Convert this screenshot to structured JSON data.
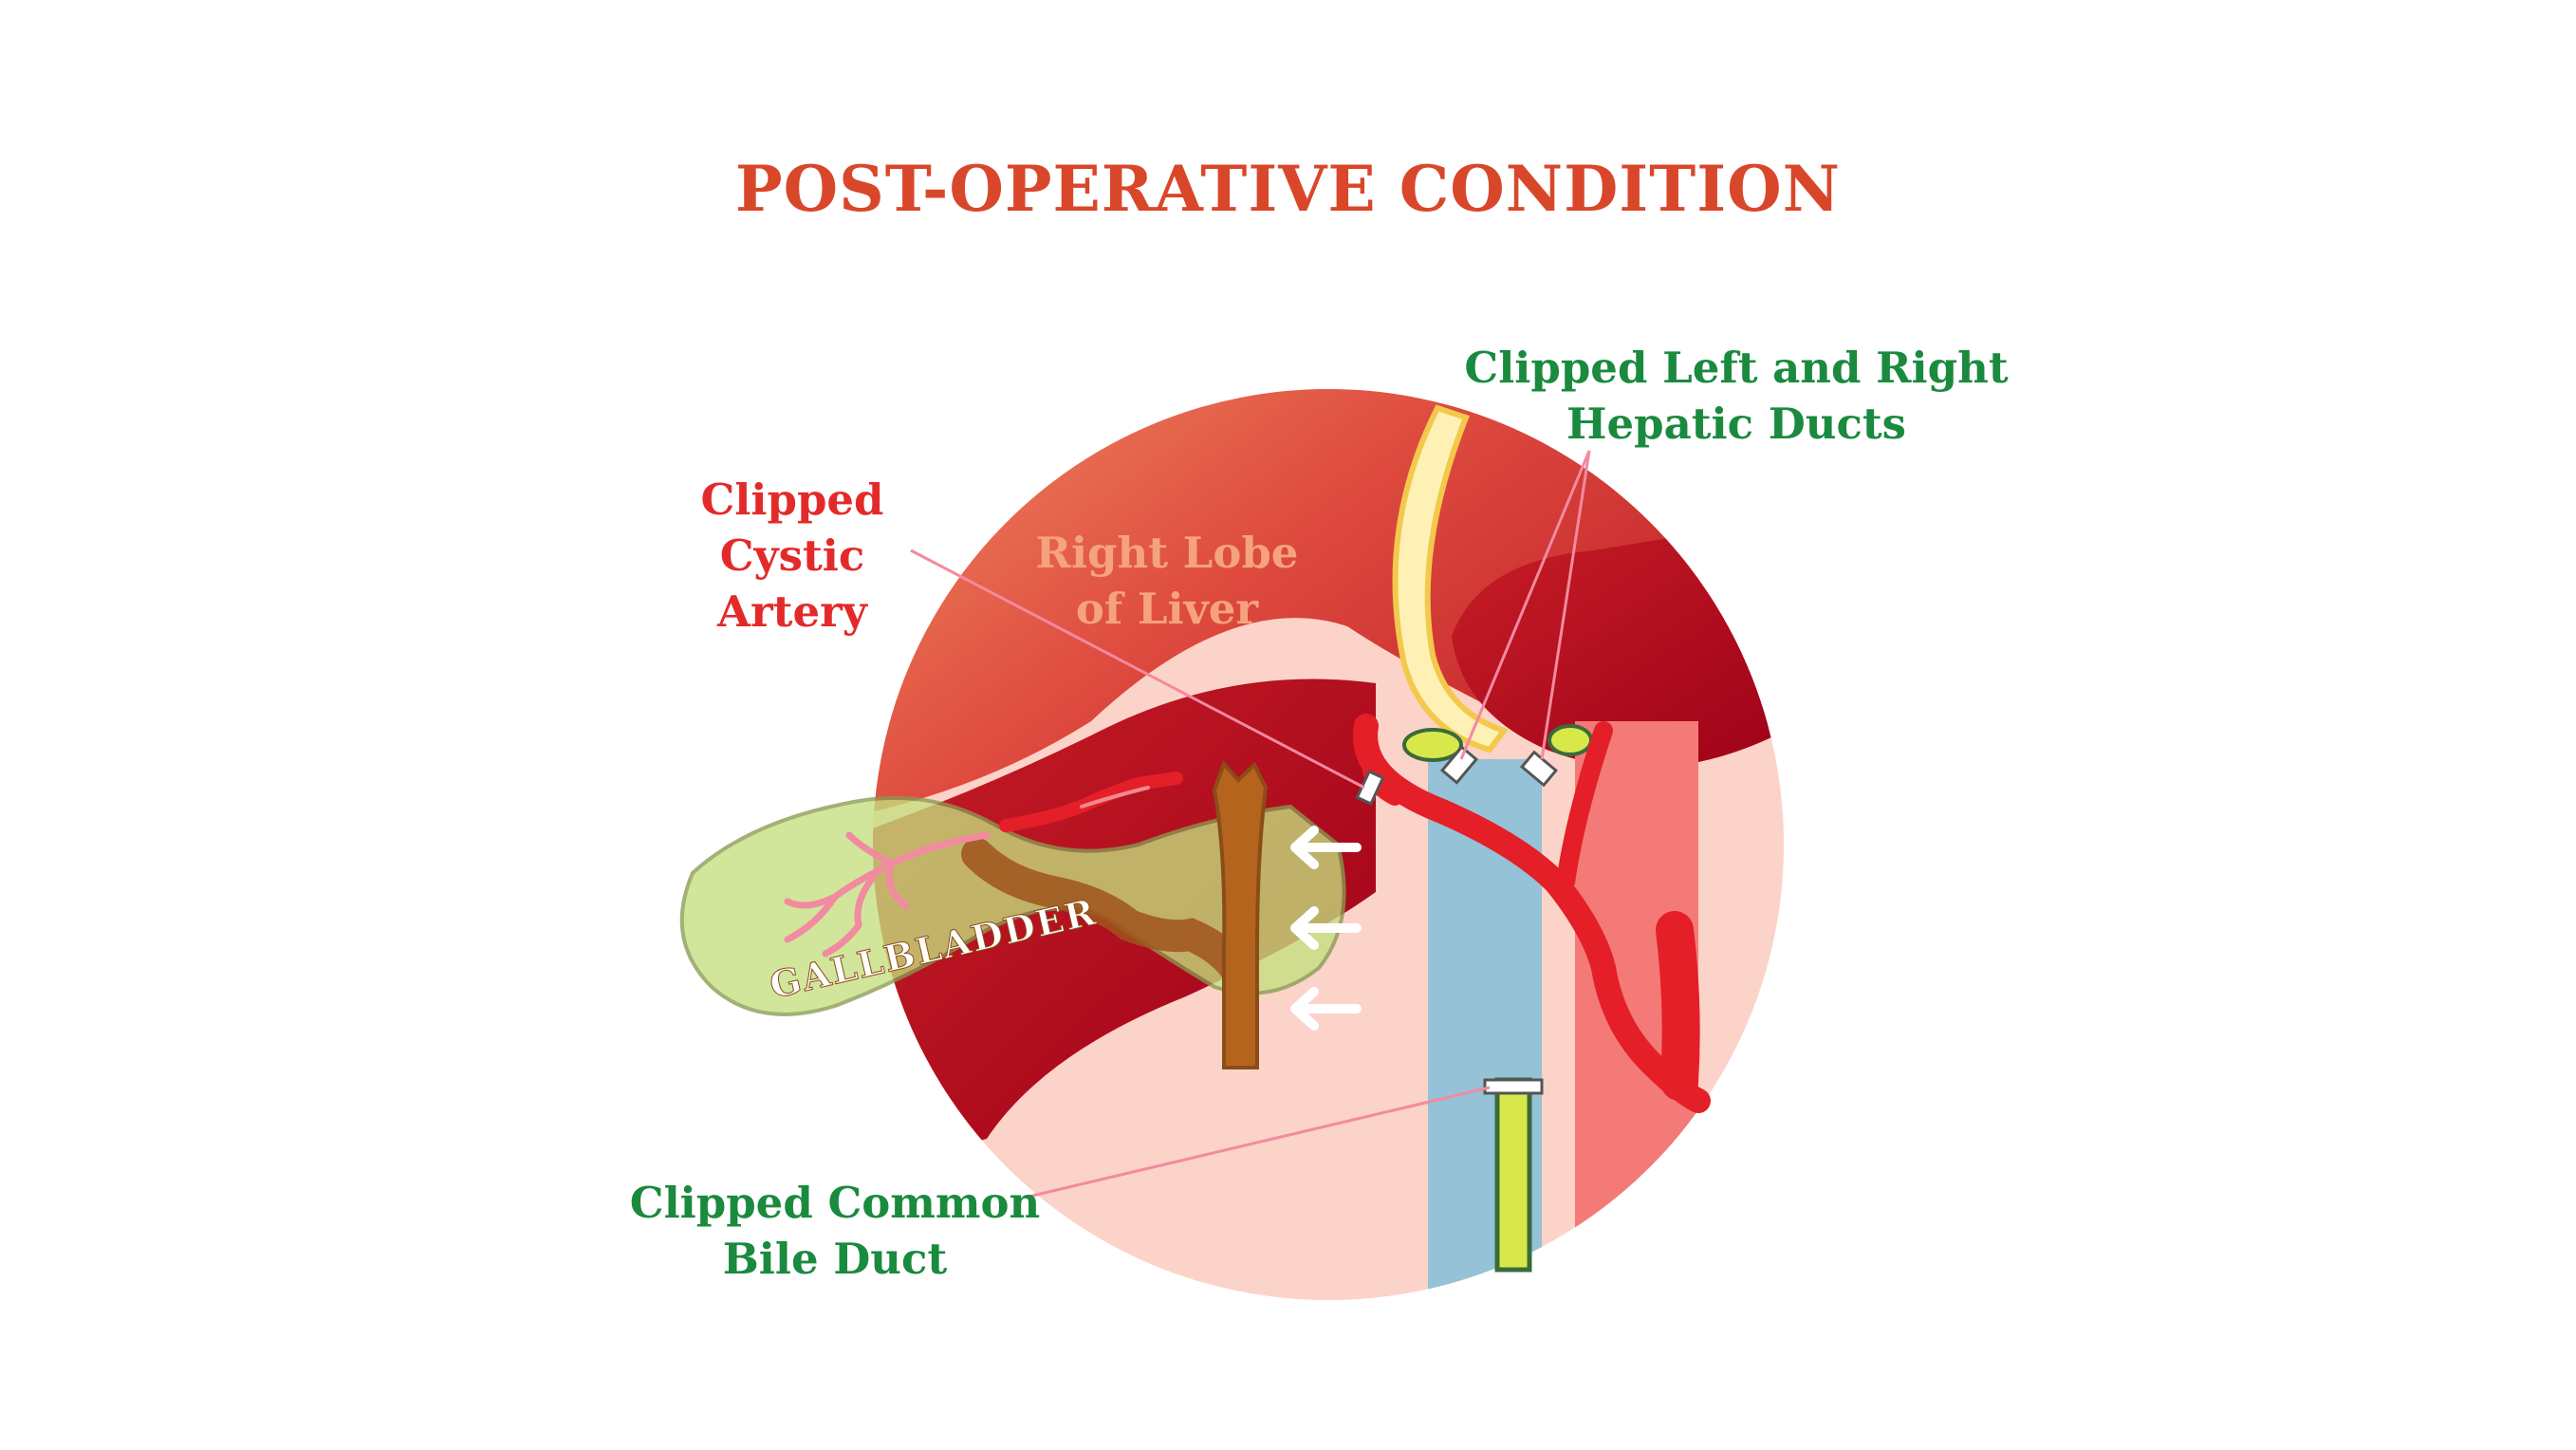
{
  "title": "POST-OPERATIVE CONDITION",
  "labels": {
    "hepatic_line1": "Clipped Left and Right",
    "hepatic_line2": "Hepatic Ducts",
    "cystic_line1": "Clipped",
    "cystic_line2": "Cystic",
    "cystic_line3": "Artery",
    "liver_line1": "Right Lobe",
    "liver_line2": "of Liver",
    "cbd_line1": "Clipped Common",
    "cbd_line2": "Bile Duct",
    "gallbladder": "GALLBLADDER"
  },
  "colors": {
    "title": "#d9472b",
    "green_label": "#1a8a3e",
    "red_label": "#e32a2a",
    "liver_label": "#f5a37e",
    "liver_dark": "#a8001a",
    "liver_light": "#ec7a5a",
    "background_tissue": "#fcd3c8",
    "bile_duct_channel": "#95c2d6",
    "artery": "#e41f28",
    "gallbladder": "#c5e07e"
  }
}
